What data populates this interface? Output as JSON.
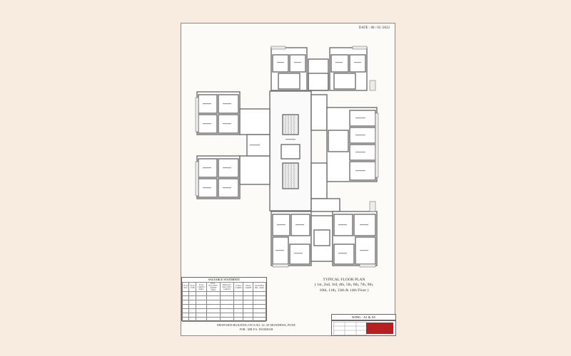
{
  "sheet": {
    "date": "DATE : 08 / 02 /2022"
  },
  "plan_title": {
    "line1": "TYPICAL FLOOR PLAN",
    "line2": "( 1st, 2nd, 3rd, 4th, 5th, 6th, 7th, 9th,",
    "line3": "10th, 11th, 13th & 14th Floor )"
  },
  "saleable_statement": {
    "title": "SALEABLE STATEMENT",
    "headers": [
      "FLAT NOS.",
      "FLAT TYPE",
      "FLAT CARPET AREA",
      "ENCL. BALCONY CARPET AREA",
      "TERRACE / BALCONY CARPET",
      "TOTAL CARPET",
      "TOTAL CARPET",
      "SALEABLE BAL. AREA"
    ]
  },
  "wing_label": "WING - A1 & A5",
  "footer": {
    "line1": "PROPOSED BUILDING ON S.NO. 32, AT MUNDHWA, PUNE",
    "line2": "FOR : MR P.A. INAMDAR"
  },
  "colors": {
    "background": "#f8ece1",
    "sheet": "#fdfbf8",
    "walls": "#6e6e6e",
    "logo": "#b62020"
  }
}
